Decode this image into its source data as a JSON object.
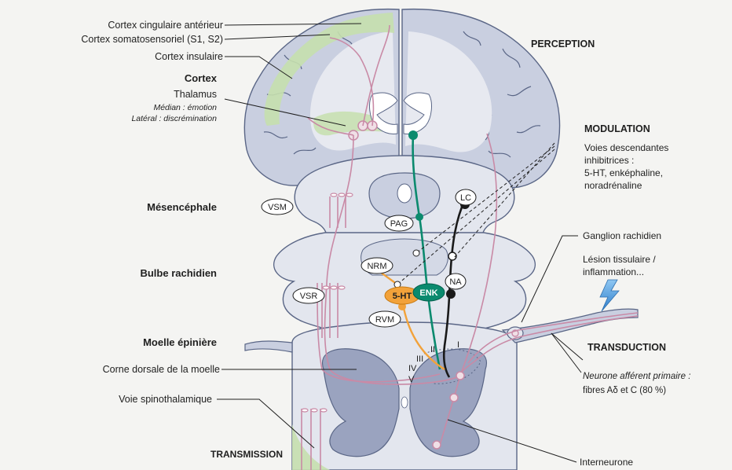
{
  "labels": {
    "cingulate": "Cortex cingulaire antérieur",
    "somato": "Cortex somatosensoriel (S1, S2)",
    "insular": "Cortex insulaire",
    "cortex": "Cortex",
    "thalamus": "Thalamus",
    "median": "Médian : émotion",
    "lateral": "Latéral : discrémination",
    "mesencephale": "Mésencéphale",
    "bulbe": "Bulbe rachidien",
    "moelle": "Moelle épinière",
    "corne": "Corne dorsale de la moelle",
    "voie": "Voie spinothalamique",
    "transmission": "TRANSMISSION",
    "perception": "PERCEPTION",
    "modulation": "MODULATION",
    "voies_line1": "Voies descendantes",
    "voies_line2": "inhibitrices :",
    "voies_line3": "5-HT, enképhaline,",
    "voies_line4": "noradrénaline",
    "ganglion": "Ganglion rachidien",
    "lesion_line1": "Lésion tissulaire /",
    "lesion_line2": "inflammation...",
    "transduction": "TRANSDUCTION",
    "afferent_line1": "Neurone afférent primaire :",
    "afferent_line2": "fibres Aδ et C (80 %)",
    "interneurone": "Interneurone"
  },
  "nodes": {
    "vsm": "VSM",
    "vsr": "VSR",
    "pag": "PAG",
    "lc": "LC",
    "nrm": "NRM",
    "na": "NA",
    "ht": "5-HT",
    "enk": "ENK",
    "rvm": "RVM"
  },
  "laminae": {
    "i": "I",
    "ii": "II",
    "iii": "III",
    "iv": "IV",
    "v": "V"
  },
  "colors": {
    "background": "#f4f4f2",
    "brain_fill": "#c9cfe0",
    "brain_stroke": "#5a6686",
    "cortex_green": "#c5dfae",
    "pathway_pink": "#c98aa6",
    "teal": "#0b8a6e",
    "orange": "#f2a23a",
    "black_path": "#1a1a1a",
    "lightning": "#3a8fd6"
  }
}
